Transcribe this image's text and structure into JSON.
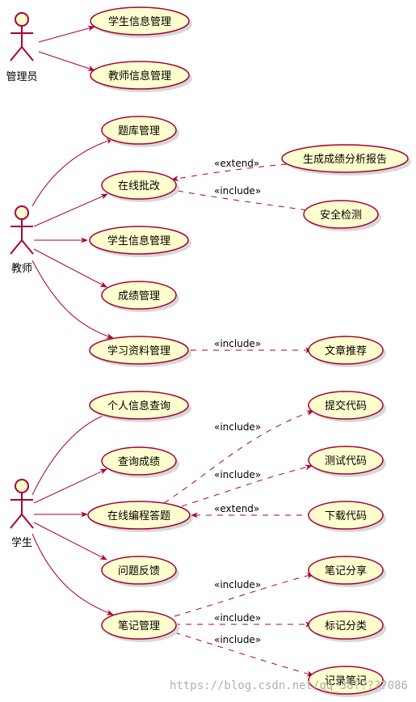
{
  "actors": {
    "admin": "管理员",
    "teacher": "教师",
    "student": "学生"
  },
  "usecases": {
    "admin_student_info": "学生信息管理",
    "admin_teacher_info": "教师信息管理",
    "question_bank": "题库管理",
    "online_grading": "在线批改",
    "report": "生成成绩分析报告",
    "security_check": "安全检测",
    "teacher_student_info": "学生信息管理",
    "grade_mgmt": "成绩管理",
    "materials_mgmt": "学习资料管理",
    "article_recommend": "文章推荐",
    "personal_info_query": "个人信息查询",
    "query_grades": "查询成绩",
    "online_programming": "在线编程答题",
    "feedback": "问题反馈",
    "notes_mgmt": "笔记管理",
    "submit_code": "提交代码",
    "test_code": "测试代码",
    "download_code": "下载代码",
    "share_notes": "笔记分享",
    "tag_category": "标记分类",
    "record_notes": "记录笔记"
  },
  "stereotypes": {
    "extend": "«extend»",
    "include": "«include»"
  },
  "watermark": "https://blog.csdn.net/qq_38?????086"
}
